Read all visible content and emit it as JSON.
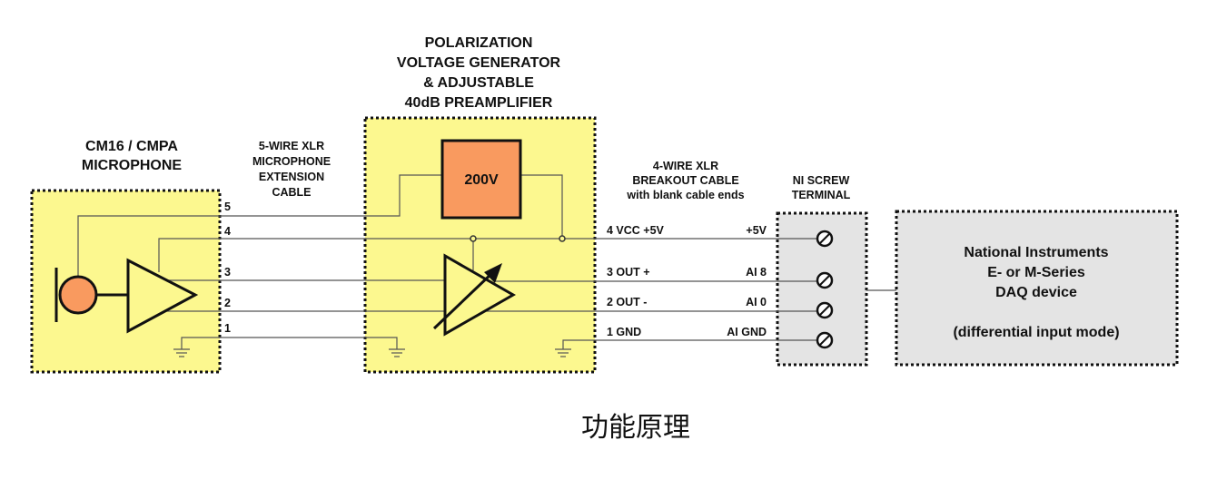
{
  "colors": {
    "yellow_box": "#fcf88f",
    "orange": "#f99a5f",
    "gray_box": "#e4e4e4"
  },
  "microphone": {
    "title_lines": [
      "CM16 / CMPA",
      "MICROPHONE"
    ]
  },
  "extension_cable": {
    "title_lines": [
      "5-WIRE XLR",
      "MICROPHONE",
      "EXTENSION",
      "CABLE"
    ],
    "pins": [
      "5",
      "4",
      "3",
      "2",
      "1"
    ]
  },
  "preamp": {
    "title_lines": [
      "POLARIZATION",
      "VOLTAGE GENERATOR",
      "& ADJUSTABLE",
      "40dB PREAMPLIFIER"
    ],
    "voltage_label": "200V"
  },
  "breakout_cable": {
    "title_lines": [
      "4-WIRE XLR",
      "BREAKOUT CABLE",
      "with blank cable ends"
    ],
    "wires": [
      {
        "left": "4 VCC +5V",
        "right": "+5V"
      },
      {
        "left": "3 OUT +",
        "right": "AI 8"
      },
      {
        "left": "2 OUT -",
        "right": "AI 0"
      },
      {
        "left": "1 GND",
        "right": "AI GND"
      }
    ]
  },
  "screw_terminal": {
    "title_lines": [
      "NI SCREW",
      "TERMINAL"
    ]
  },
  "daq": {
    "lines": [
      "National Instruments",
      "E- or M-Series",
      "DAQ device",
      "(differential input mode)"
    ]
  },
  "caption": "功能原理"
}
